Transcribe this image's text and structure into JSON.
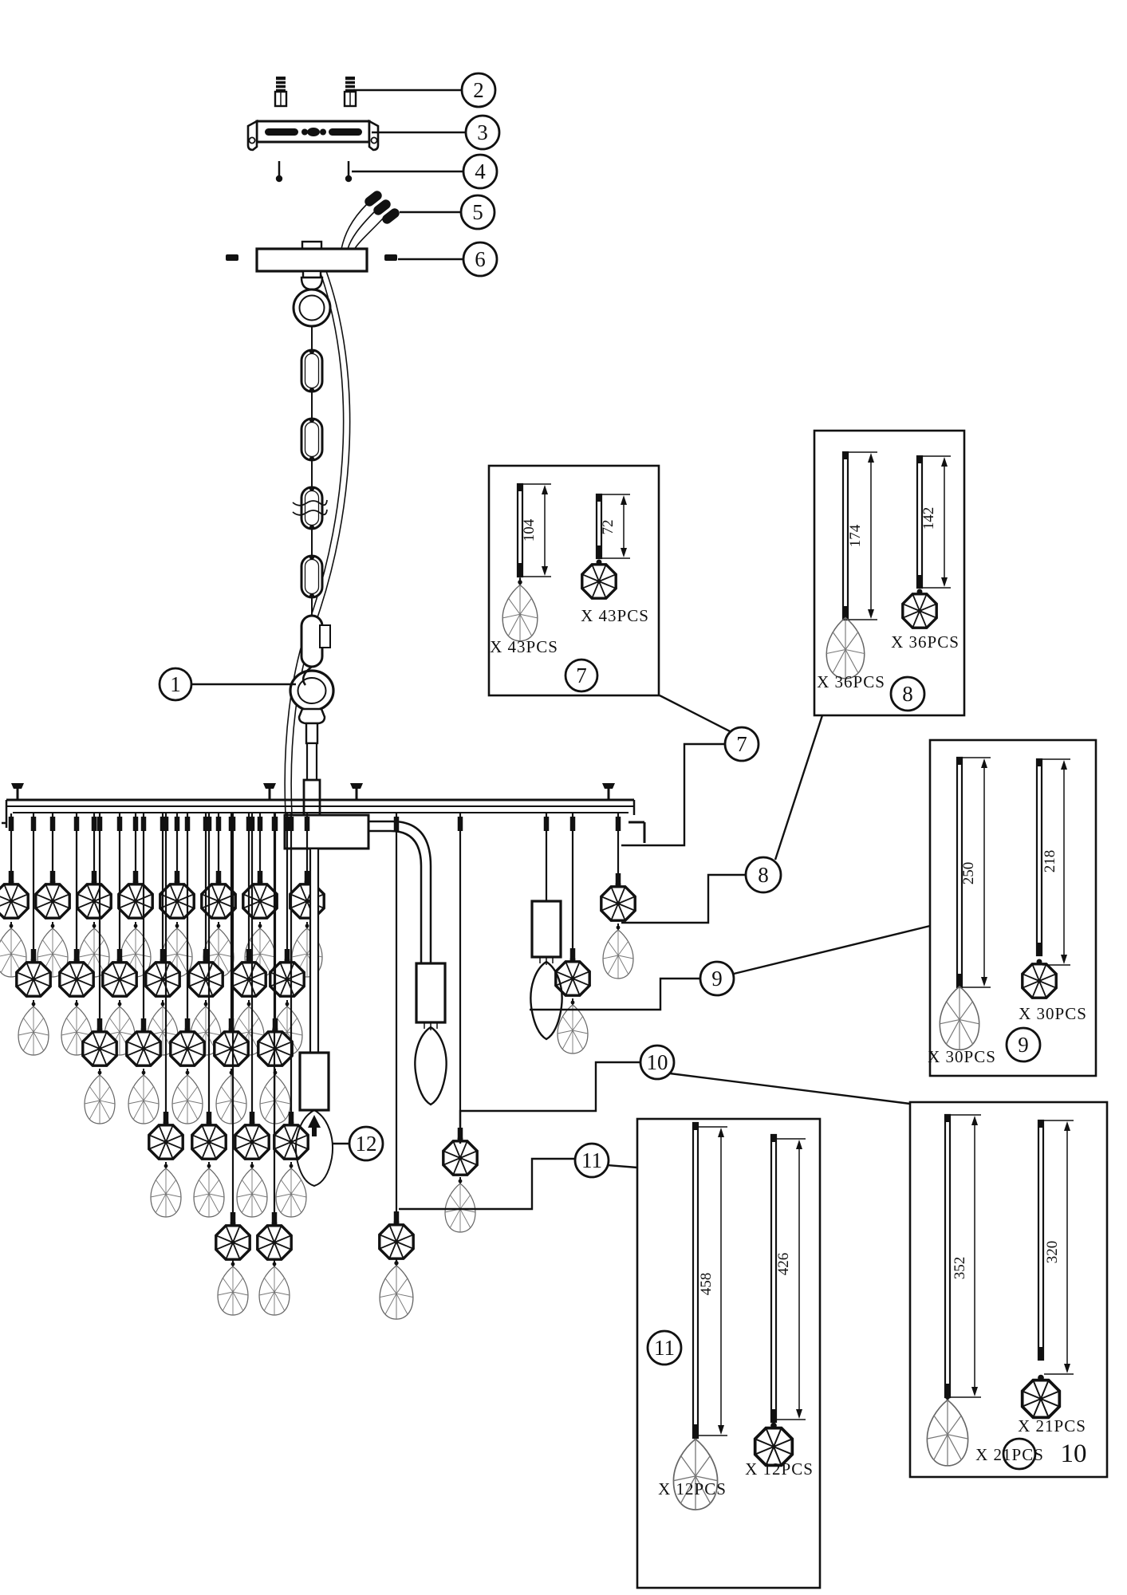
{
  "diagram_title": "chandelier-assembly-exploded-diagram",
  "callouts": {
    "c1": "1",
    "c2": "2",
    "c3": "3",
    "c4": "4",
    "c5": "5",
    "c6": "6",
    "c7": "7",
    "c8": "8",
    "c9": "9",
    "c10": "10",
    "c11": "11",
    "c12": "12"
  },
  "detail_boxes": [
    {
      "num": "7",
      "left_len": "104",
      "right_len": "72",
      "left_count": "X 43PCS",
      "right_count": "X 43PCS"
    },
    {
      "num": "8",
      "left_len": "174",
      "right_len": "142",
      "left_count": "X 36PCS",
      "right_count": "X 36PCS"
    },
    {
      "num": "9",
      "left_len": "250",
      "right_len": "218",
      "left_count": "X 30PCS",
      "right_count": "X 30PCS"
    },
    {
      "num": "10",
      "left_len": "352",
      "right_len": "320",
      "left_count": "X 21PCS",
      "right_count": "X 21PCS"
    },
    {
      "num": "11",
      "left_len": "458",
      "right_len": "426",
      "left_count": "X 12PCS",
      "right_count": "X 12PCS"
    }
  ],
  "colors": {
    "ink": "#111111",
    "crystal_light": "#666666"
  }
}
